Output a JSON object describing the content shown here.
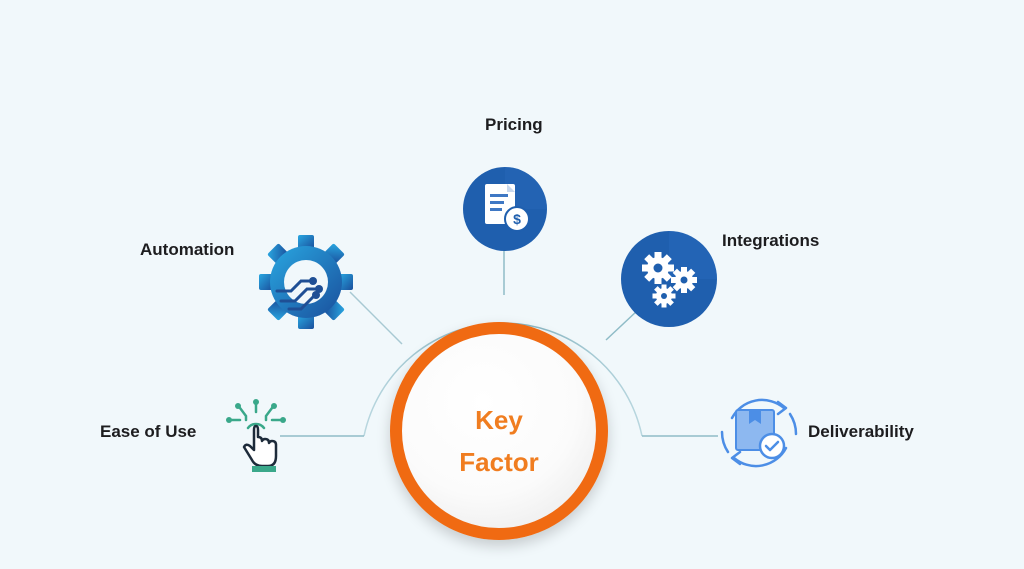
{
  "center": {
    "line1": "Key",
    "line2": "Factor"
  },
  "factors": {
    "pricing": "Pricing",
    "automation": "Automation",
    "integrations": "Integrations",
    "ease_of_use": "Ease of Use",
    "deliverability": "Deliverability"
  },
  "colors": {
    "background": "#f1f8fb",
    "accent_orange": "#f06a12",
    "center_text": "#f07d20",
    "icon_blue": "#1f5fae",
    "icon_teal": "#3aa88a",
    "connector": "#8fbcc7"
  },
  "icons": {
    "pricing": "invoice-dollar-icon",
    "automation": "gear-circuit-icon",
    "integrations": "gears-icon",
    "ease_of_use": "touch-hand-icon",
    "deliverability": "package-delivered-icon"
  }
}
